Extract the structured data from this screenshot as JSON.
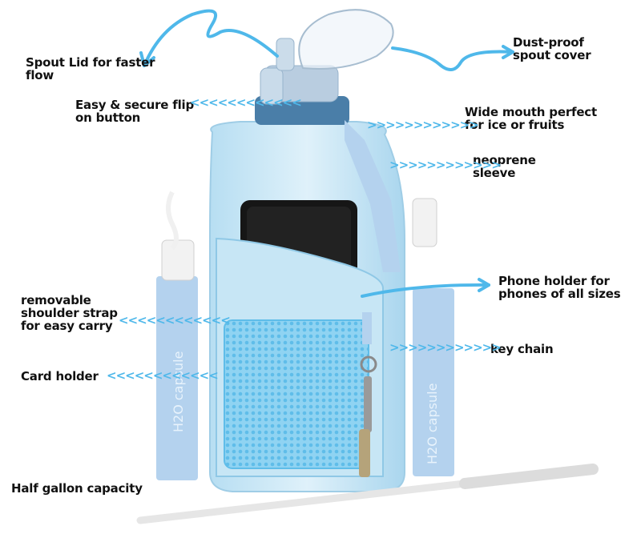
{
  "brand": {
    "logo_text": "H2O capsule"
  },
  "labels": {
    "spout_lid": [
      "Spout Lid for faster",
      "flow"
    ],
    "dust_proof": [
      "Dust-proof",
      "spout cover"
    ],
    "flip_button": [
      "Easy & secure flip",
      "on button"
    ],
    "wide_mouth": [
      "Wide mouth perfect",
      "for ice or fruits"
    ],
    "neoprene": [
      "neoprene",
      "sleeve"
    ],
    "phone_holder": [
      "Phone holder for",
      "phones of all sizes"
    ],
    "shoulder_strap": [
      "removable",
      "shoulder strap",
      "for easy carry"
    ],
    "key_chain": [
      "key chain"
    ],
    "card_holder": [
      "Card holder"
    ],
    "capacity": [
      "Half gallon capacity"
    ]
  },
  "pointers": {
    "left_chevrons": "<<<<<<<<<<<<",
    "right_chevrons": ">>>>>>>>>>>>"
  },
  "colors": {
    "accent_arrow": "#4fb8ea",
    "sleeve_light": "#cfe9f6",
    "sleeve_mid": "#a9d8ee",
    "strap": "#aecdea",
    "lid": "#b9cde0",
    "phone": "#161616"
  }
}
